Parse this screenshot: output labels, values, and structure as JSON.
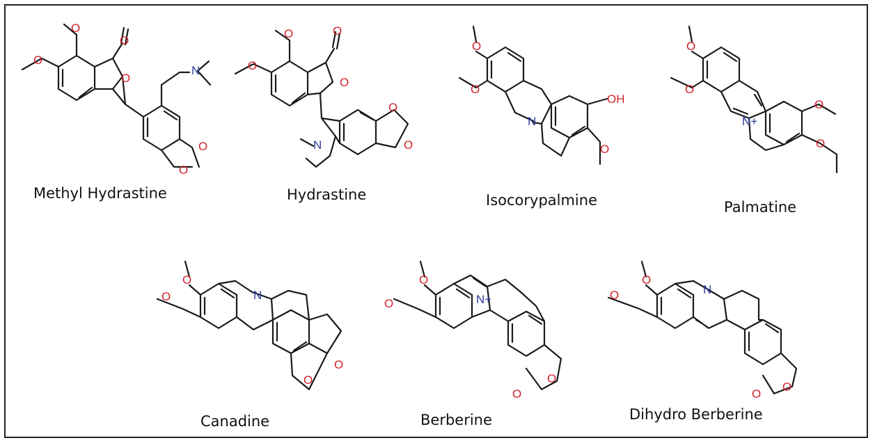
{
  "colors": {
    "oxygen": "#d0202a",
    "nitrogen": "#2b3a9a",
    "bond": "#1a1a1a",
    "border": "#222222"
  },
  "atoms": {
    "O": "O",
    "N": "N",
    "OH": "OH",
    "Nplus": "N+"
  },
  "compounds": [
    {
      "name": "Methyl Hydrastine"
    },
    {
      "name": "Hydrastine"
    },
    {
      "name": "Isocorypalmine"
    },
    {
      "name": "Palmatine"
    },
    {
      "name": "Canadine"
    },
    {
      "name": "Berberine"
    },
    {
      "name": "Dihydro Berberine"
    }
  ]
}
